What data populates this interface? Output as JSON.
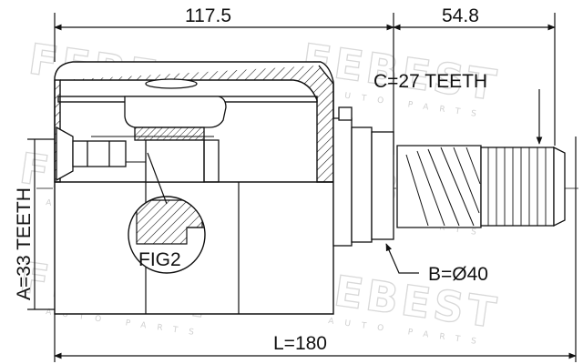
{
  "dimensions": {
    "top_left": "117.5",
    "top_right": "54.8",
    "bottom_length": "L=180"
  },
  "callouts": {
    "spline_outer": "C=27 TEETH",
    "diameter": "B=Ø40",
    "spline_inner": "A=33 TEETH",
    "detail": "FIG2"
  },
  "watermark": {
    "brand": "FEBEST",
    "tagline": "AUTO PARTS"
  }
}
